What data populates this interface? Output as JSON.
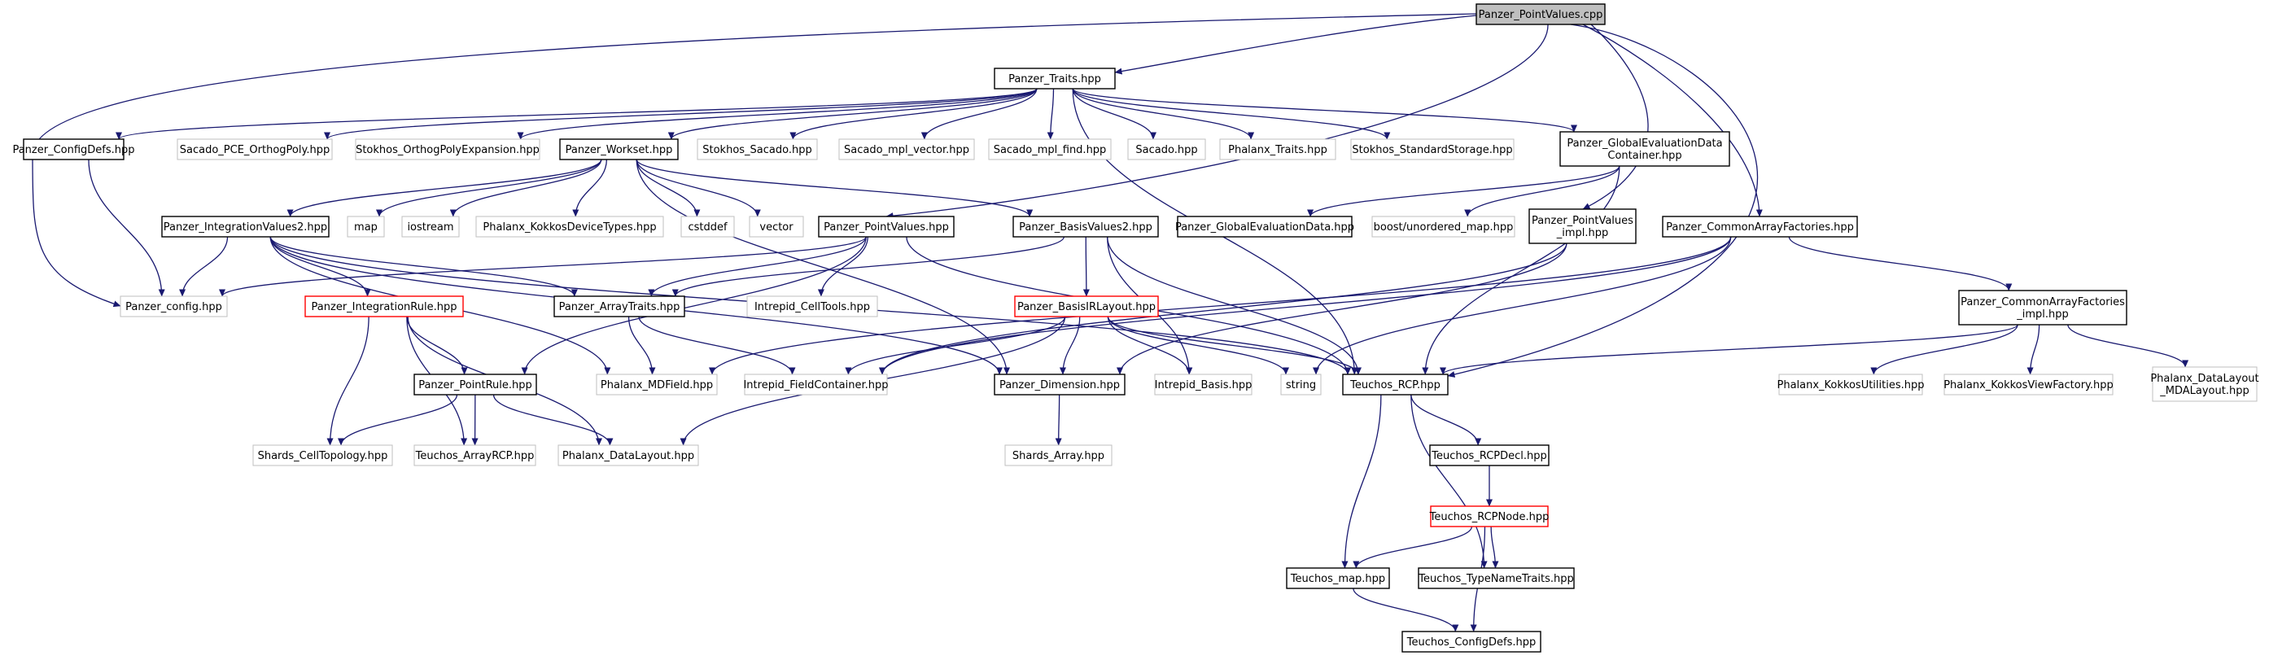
{
  "diagram": {
    "colors": {
      "edge": "#191970",
      "node_border_default": "#000000",
      "node_border_external": "#bfbfbf",
      "node_border_truncated": "#ff0000",
      "root_fill": "#bfbfbf",
      "node_fill": "#ffffff"
    },
    "nodes": [
      {
        "id": "pv_cpp",
        "lines": [
          "Panzer_PointValues.cpp"
        ],
        "kind": "root"
      },
      {
        "id": "traits",
        "lines": [
          "Panzer_Traits.hpp"
        ],
        "kind": "normal"
      },
      {
        "id": "configdefs",
        "lines": [
          "Panzer_ConfigDefs.hpp"
        ],
        "kind": "normal"
      },
      {
        "id": "sacado_pce",
        "lines": [
          "Sacado_PCE_OrthogPoly.hpp"
        ],
        "kind": "external"
      },
      {
        "id": "stokhos_ope",
        "lines": [
          "Stokhos_OrthogPolyExpansion.hpp"
        ],
        "kind": "external"
      },
      {
        "id": "workset",
        "lines": [
          "Panzer_Workset.hpp"
        ],
        "kind": "normal"
      },
      {
        "id": "stokhos_sacado",
        "lines": [
          "Stokhos_Sacado.hpp"
        ],
        "kind": "external"
      },
      {
        "id": "sacado_mplv",
        "lines": [
          "Sacado_mpl_vector.hpp"
        ],
        "kind": "external"
      },
      {
        "id": "sacado_mplf",
        "lines": [
          "Sacado_mpl_find.hpp"
        ],
        "kind": "external"
      },
      {
        "id": "sacado",
        "lines": [
          "Sacado.hpp"
        ],
        "kind": "external"
      },
      {
        "id": "phalanx_traits",
        "lines": [
          "Phalanx_Traits.hpp"
        ],
        "kind": "external"
      },
      {
        "id": "stokhos_ss",
        "lines": [
          "Stokhos_StandardStorage.hpp"
        ],
        "kind": "external"
      },
      {
        "id": "ged_container",
        "lines": [
          "Panzer_GlobalEvaluationData",
          "Container.hpp"
        ],
        "kind": "normal"
      },
      {
        "id": "intvals2",
        "lines": [
          "Panzer_IntegrationValues2.hpp"
        ],
        "kind": "normal"
      },
      {
        "id": "map",
        "lines": [
          "map"
        ],
        "kind": "external"
      },
      {
        "id": "iostream",
        "lines": [
          "iostream"
        ],
        "kind": "external"
      },
      {
        "id": "kokkos_dt",
        "lines": [
          "Phalanx_KokkosDeviceTypes.hpp"
        ],
        "kind": "external"
      },
      {
        "id": "cstddef",
        "lines": [
          "cstddef"
        ],
        "kind": "external"
      },
      {
        "id": "vector",
        "lines": [
          "vector"
        ],
        "kind": "external"
      },
      {
        "id": "pv_hpp",
        "lines": [
          "Panzer_PointValues.hpp"
        ],
        "kind": "normal"
      },
      {
        "id": "basisvals2",
        "lines": [
          "Panzer_BasisValues2.hpp"
        ],
        "kind": "normal"
      },
      {
        "id": "ged",
        "lines": [
          "Panzer_GlobalEvaluationData.hpp"
        ],
        "kind": "normal"
      },
      {
        "id": "boost_um",
        "lines": [
          "boost/unordered_map.hpp"
        ],
        "kind": "external"
      },
      {
        "id": "pv_impl",
        "lines": [
          "Panzer_PointValues",
          "_impl.hpp"
        ],
        "kind": "normal"
      },
      {
        "id": "caf",
        "lines": [
          "Panzer_CommonArrayFactories.hpp"
        ],
        "kind": "normal"
      },
      {
        "id": "panzer_config",
        "lines": [
          "Panzer_config.hpp"
        ],
        "kind": "external"
      },
      {
        "id": "intrule",
        "lines": [
          "Panzer_IntegrationRule.hpp"
        ],
        "kind": "truncated"
      },
      {
        "id": "arraytraits",
        "lines": [
          "Panzer_ArrayTraits.hpp"
        ],
        "kind": "normal"
      },
      {
        "id": "celltools",
        "lines": [
          "Intrepid_CellTools.hpp"
        ],
        "kind": "external"
      },
      {
        "id": "basisirl",
        "lines": [
          "Panzer_BasisIRLayout.hpp"
        ],
        "kind": "truncated"
      },
      {
        "id": "caf_impl",
        "lines": [
          "Panzer_CommonArrayFactories",
          "_impl.hpp"
        ],
        "kind": "normal"
      },
      {
        "id": "pointrule",
        "lines": [
          "Panzer_PointRule.hpp"
        ],
        "kind": "normal"
      },
      {
        "id": "mdfield",
        "lines": [
          "Phalanx_MDField.hpp"
        ],
        "kind": "external"
      },
      {
        "id": "fieldcont",
        "lines": [
          "Intrepid_FieldContainer.hpp"
        ],
        "kind": "external"
      },
      {
        "id": "dimension",
        "lines": [
          "Panzer_Dimension.hpp"
        ],
        "kind": "normal"
      },
      {
        "id": "intrepid_basis",
        "lines": [
          "Intrepid_Basis.hpp"
        ],
        "kind": "external"
      },
      {
        "id": "string",
        "lines": [
          "string"
        ],
        "kind": "external"
      },
      {
        "id": "teuchos_rcp",
        "lines": [
          "Teuchos_RCP.hpp"
        ],
        "kind": "normal"
      },
      {
        "id": "kokkos_util",
        "lines": [
          "Phalanx_KokkosUtilities.hpp"
        ],
        "kind": "external"
      },
      {
        "id": "kokkos_vf",
        "lines": [
          "Phalanx_KokkosViewFactory.hpp"
        ],
        "kind": "external"
      },
      {
        "id": "mdalayout",
        "lines": [
          "Phalanx_DataLayout",
          "_MDALayout.hpp"
        ],
        "kind": "external"
      },
      {
        "id": "celltopo",
        "lines": [
          "Shards_CellTopology.hpp"
        ],
        "kind": "external"
      },
      {
        "id": "arrayrcp",
        "lines": [
          "Teuchos_ArrayRCP.hpp"
        ],
        "kind": "external"
      },
      {
        "id": "datalayout",
        "lines": [
          "Phalanx_DataLayout.hpp"
        ],
        "kind": "external"
      },
      {
        "id": "shards_array",
        "lines": [
          "Shards_Array.hpp"
        ],
        "kind": "external"
      },
      {
        "id": "rcpdecl",
        "lines": [
          "Teuchos_RCPDecl.hpp"
        ],
        "kind": "normal"
      },
      {
        "id": "rcpnode",
        "lines": [
          "Teuchos_RCPNode.hpp"
        ],
        "kind": "truncated"
      },
      {
        "id": "teuchos_map",
        "lines": [
          "Teuchos_map.hpp"
        ],
        "kind": "normal"
      },
      {
        "id": "typenametraits",
        "lines": [
          "Teuchos_TypeNameTraits.hpp"
        ],
        "kind": "normal"
      },
      {
        "id": "teuchos_cfg",
        "lines": [
          "Teuchos_ConfigDefs.hpp"
        ],
        "kind": "normal"
      }
    ],
    "edges": [
      [
        "pv_cpp",
        "traits"
      ],
      [
        "pv_cpp",
        "panzer_config"
      ],
      [
        "pv_cpp",
        "pv_hpp"
      ],
      [
        "pv_cpp",
        "pv_impl"
      ],
      [
        "pv_cpp",
        "caf"
      ],
      [
        "pv_cpp",
        "teuchos_rcp"
      ],
      [
        "traits",
        "configdefs"
      ],
      [
        "traits",
        "sacado_pce"
      ],
      [
        "traits",
        "stokhos_ope"
      ],
      [
        "traits",
        "workset"
      ],
      [
        "traits",
        "stokhos_sacado"
      ],
      [
        "traits",
        "sacado_mplv"
      ],
      [
        "traits",
        "sacado_mplf"
      ],
      [
        "traits",
        "sacado"
      ],
      [
        "traits",
        "phalanx_traits"
      ],
      [
        "traits",
        "stokhos_ss"
      ],
      [
        "traits",
        "ged_container"
      ],
      [
        "traits",
        "teuchos_rcp"
      ],
      [
        "configdefs",
        "panzer_config"
      ],
      [
        "workset",
        "intvals2"
      ],
      [
        "workset",
        "map"
      ],
      [
        "workset",
        "iostream"
      ],
      [
        "workset",
        "kokkos_dt"
      ],
      [
        "workset",
        "cstddef"
      ],
      [
        "workset",
        "vector"
      ],
      [
        "workset",
        "basisvals2"
      ],
      [
        "workset",
        "dimension"
      ],
      [
        "ged_container",
        "ged"
      ],
      [
        "ged_container",
        "boost_um"
      ],
      [
        "ged_container",
        "teuchos_rcp"
      ],
      [
        "intvals2",
        "panzer_config"
      ],
      [
        "intvals2",
        "intrule"
      ],
      [
        "intvals2",
        "arraytraits"
      ],
      [
        "intvals2",
        "mdfield"
      ],
      [
        "intvals2",
        "dimension"
      ],
      [
        "intvals2",
        "teuchos_rcp"
      ],
      [
        "pv_hpp",
        "panzer_config"
      ],
      [
        "pv_hpp",
        "arraytraits"
      ],
      [
        "pv_hpp",
        "celltools"
      ],
      [
        "pv_hpp",
        "pointrule"
      ],
      [
        "pv_hpp",
        "teuchos_rcp"
      ],
      [
        "basisvals2",
        "arraytraits"
      ],
      [
        "basisvals2",
        "basisirl"
      ],
      [
        "basisvals2",
        "intrepid_basis"
      ],
      [
        "basisvals2",
        "teuchos_rcp"
      ],
      [
        "pv_impl",
        "dimension"
      ],
      [
        "pv_impl",
        "fieldcont"
      ],
      [
        "caf",
        "caf_impl"
      ],
      [
        "caf",
        "mdfield"
      ],
      [
        "caf",
        "fieldcont"
      ],
      [
        "caf",
        "string"
      ],
      [
        "intrule",
        "pointrule"
      ],
      [
        "intrule",
        "celltopo"
      ],
      [
        "intrule",
        "arrayrcp"
      ],
      [
        "intrule",
        "datalayout"
      ],
      [
        "arraytraits",
        "mdfield"
      ],
      [
        "arraytraits",
        "fieldcont"
      ],
      [
        "basisirl",
        "fieldcont"
      ],
      [
        "basisirl",
        "dimension"
      ],
      [
        "basisirl",
        "intrepid_basis"
      ],
      [
        "basisirl",
        "string"
      ],
      [
        "basisirl",
        "teuchos_rcp"
      ],
      [
        "basisirl",
        "datalayout"
      ],
      [
        "caf_impl",
        "teuchos_rcp"
      ],
      [
        "caf_impl",
        "kokkos_util"
      ],
      [
        "caf_impl",
        "kokkos_vf"
      ],
      [
        "caf_impl",
        "mdalayout"
      ],
      [
        "pointrule",
        "celltopo"
      ],
      [
        "pointrule",
        "arrayrcp"
      ],
      [
        "pointrule",
        "datalayout"
      ],
      [
        "dimension",
        "shards_array"
      ],
      [
        "teuchos_rcp",
        "rcpdecl"
      ],
      [
        "teuchos_rcp",
        "teuchos_map"
      ],
      [
        "teuchos_rcp",
        "typenametraits"
      ],
      [
        "rcpdecl",
        "rcpnode"
      ],
      [
        "rcpnode",
        "teuchos_map"
      ],
      [
        "rcpnode",
        "typenametraits"
      ],
      [
        "rcpnode",
        "teuchos_cfg"
      ],
      [
        "teuchos_map",
        "teuchos_cfg"
      ]
    ]
  }
}
